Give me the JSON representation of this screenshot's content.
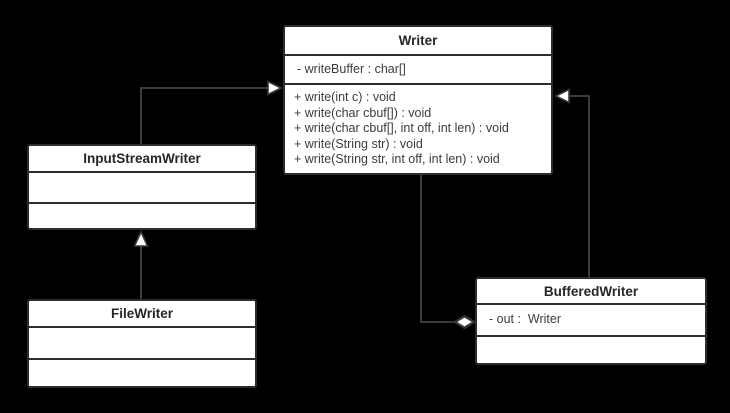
{
  "diagram": {
    "type": "uml-class-diagram",
    "background_color": "#000000",
    "box_fill_color": "#ffffff",
    "box_border_color": "#2d2d2d",
    "edge_color": "#3b3b3b",
    "title_text_color": "#262626",
    "member_text_color": "#3d3d3d",
    "classes": [
      {
        "name": "Writer",
        "attributes": [
          "- writeBuffer : char[]"
        ],
        "methods": [
          "+ write(int c) : void",
          "+ write(char cbuf[]) : void",
          "+ write(char cbuf[], int off, int len) : void",
          "+ write(String str) : void",
          "+ write(String str, int off, int len) : void"
        ]
      },
      {
        "name": "InputStreamWriter",
        "attributes": [],
        "methods": []
      },
      {
        "name": "FileWriter",
        "attributes": [],
        "methods": []
      },
      {
        "name": "BufferedWriter",
        "attributes": [
          "- out :  Writer"
        ],
        "methods": []
      }
    ],
    "relationships": [
      {
        "type": "inheritance",
        "from": "InputStreamWriter",
        "to": "Writer",
        "marker": "hollow-triangle"
      },
      {
        "type": "inheritance",
        "from": "FileWriter",
        "to": "InputStreamWriter",
        "marker": "hollow-triangle"
      },
      {
        "type": "inheritance",
        "from": "BufferedWriter",
        "to": "Writer",
        "marker": "hollow-triangle"
      },
      {
        "type": "aggregation",
        "from": "BufferedWriter",
        "to": "Writer",
        "marker": "hollow-diamond"
      }
    ]
  }
}
